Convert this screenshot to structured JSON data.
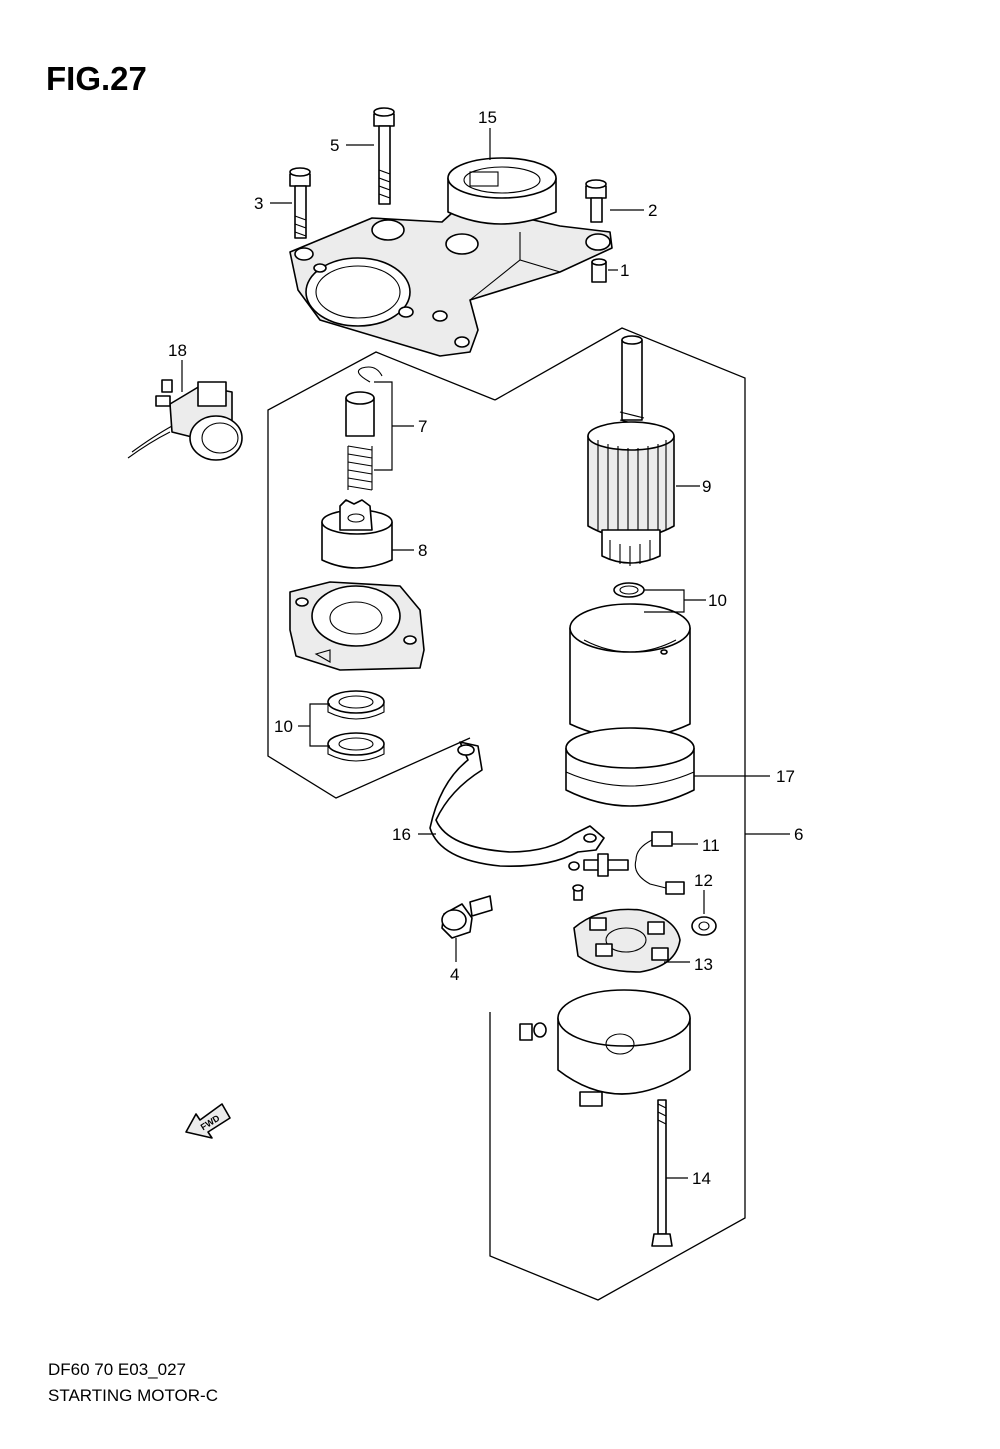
{
  "figure": {
    "title": "FIG.27",
    "code": "DF60 70 E03_027",
    "caption": "STARTING MOTOR-C"
  },
  "callouts": {
    "c1": "1",
    "c2": "2",
    "c3": "3",
    "c4": "4",
    "c5": "5",
    "c6": "6",
    "c7": "7",
    "c8": "8",
    "c9": "9",
    "c10a": "10",
    "c10b": "10",
    "c11": "11",
    "c12": "12",
    "c13": "13",
    "c14": "14",
    "c15": "15",
    "c16": "16",
    "c17": "17",
    "c18": "18"
  },
  "fwd_label": "FWD"
}
